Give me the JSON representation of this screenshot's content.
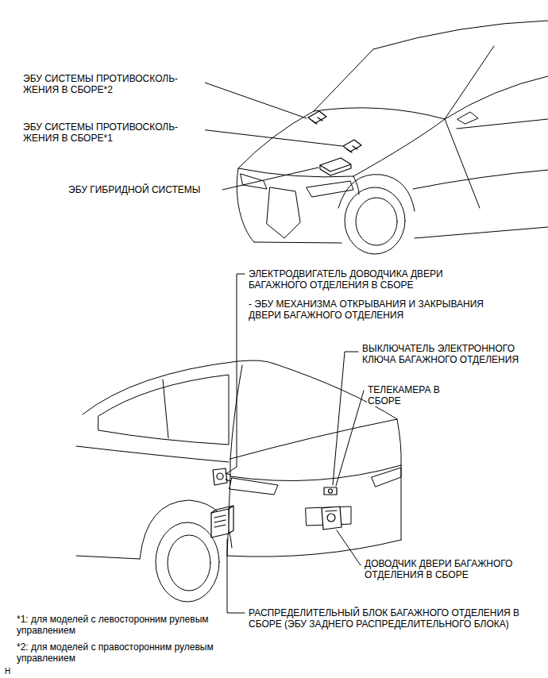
{
  "diagram": {
    "labels": [
      "ЭБУ СИСТЕМЫ ПРОТИВОСКОЛЬ- ЖЕНИЯ В СБОРЕ*2",
      "ЭБУ СИСТЕМЫ ПРОТИВОСКОЛЬ- ЖЕНИЯ В СБОРЕ*1",
      "ЭБУ ГИБРИДНОЙ СИСТЕМЫ",
      "ЭЛЕКТРОДВИГАТЕЛЬ ДОВОДЧИКА ДВЕРИ БАГАЖНОГО ОТДЕЛЕНИЯ В СБОРЕ",
      "- ЭБУ МЕХАНИЗМА ОТКРЫВАНИЯ И ЗАКРЫВАНИЯ ДВЕРИ БАГАЖНОГО ОТДЕЛЕНИЯ",
      "ВЫКЛЮЧАТЕЛЬ ЭЛЕКТРОННОГО КЛЮЧА БАГАЖНОГО ОТДЕЛЕНИЯ",
      "ТЕЛЕКАМЕРА В СБОРЕ",
      "ДОВОДЧИК ДВЕРИ БАГАЖНОГО ОТДЕЛЕНИЯ В СБОРЕ",
      "РАСПРЕДЕЛИТЕЛЬНЫЙ БЛОК БАГАЖНОГО ОТДЕЛЕНИЯ В СБОРЕ (ЭБУ ЗАДНЕГО РАСПРЕДЕЛИТЕЛЬНОГО БЛОКА)",
      "*1: для моделей с левосторонним рулевым управлением",
      "*2: для моделей с правосторонним рулевым управлением",
      "H"
    ]
  }
}
